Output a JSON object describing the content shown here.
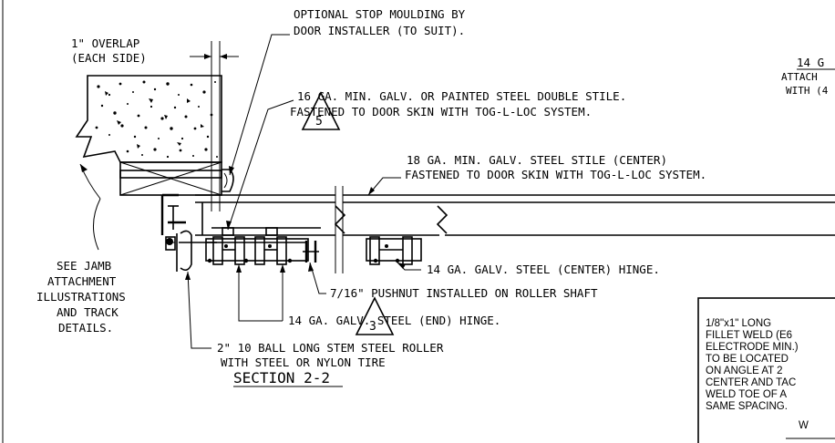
{
  "labels": {
    "overlap_1": "1\" OVERLAP",
    "overlap_2": "(EACH SIDE)",
    "stop_1": "OPTIONAL STOP MOULDING BY",
    "stop_2": "DOOR INSTALLER (TO SUIT).",
    "double_stile_1": "16 GA. MIN. GALV. OR PAINTED STEEL DOUBLE STILE.",
    "double_stile_2": "FASTENED TO DOOR SKIN WITH TOG-L-LOC SYSTEM.",
    "center_stile_1": "18 GA. MIN. GALV. STEEL STILE (CENTER)",
    "center_stile_2": "FASTENED TO DOOR SKIN WITH TOG-L-LOC SYSTEM.",
    "center_hinge": "14 GA. GALV. STEEL (CENTER) HINGE.",
    "pushnut": "7/16\" PUSHNUT INSTALLED ON ROLLER SHAFT",
    "end_hinge": "14 GA. GALV. STEEL (END) HINGE.",
    "jamb_1": "SEE JAMB",
    "jamb_2": "ATTACHMENT",
    "jamb_3": "ILLUSTRATIONS",
    "jamb_4": "AND TRACK",
    "jamb_5": "DETAILS.",
    "roller_1": "2\" 10 BALL LONG STEM STEEL ROLLER",
    "roller_2": "WITH STEEL OR NYLON TIRE",
    "section_title": "SECTION 2-2",
    "topright_1": "14 G",
    "topright_2": "ATTACH",
    "topright_3": "WITH (4"
  },
  "callouts": {
    "five": "5",
    "three": "3"
  },
  "weld_note": {
    "lines": [
      "1/8\"x1\" LONG",
      "FILLET WELD (E6",
      "ELECTRODE MIN.)",
      "TO BE LOCATED",
      "ON ANGLE AT 2",
      "CENTER AND TAC",
      "WELD TOE OF A",
      "SAME SPACING."
    ],
    "footer": "W"
  }
}
